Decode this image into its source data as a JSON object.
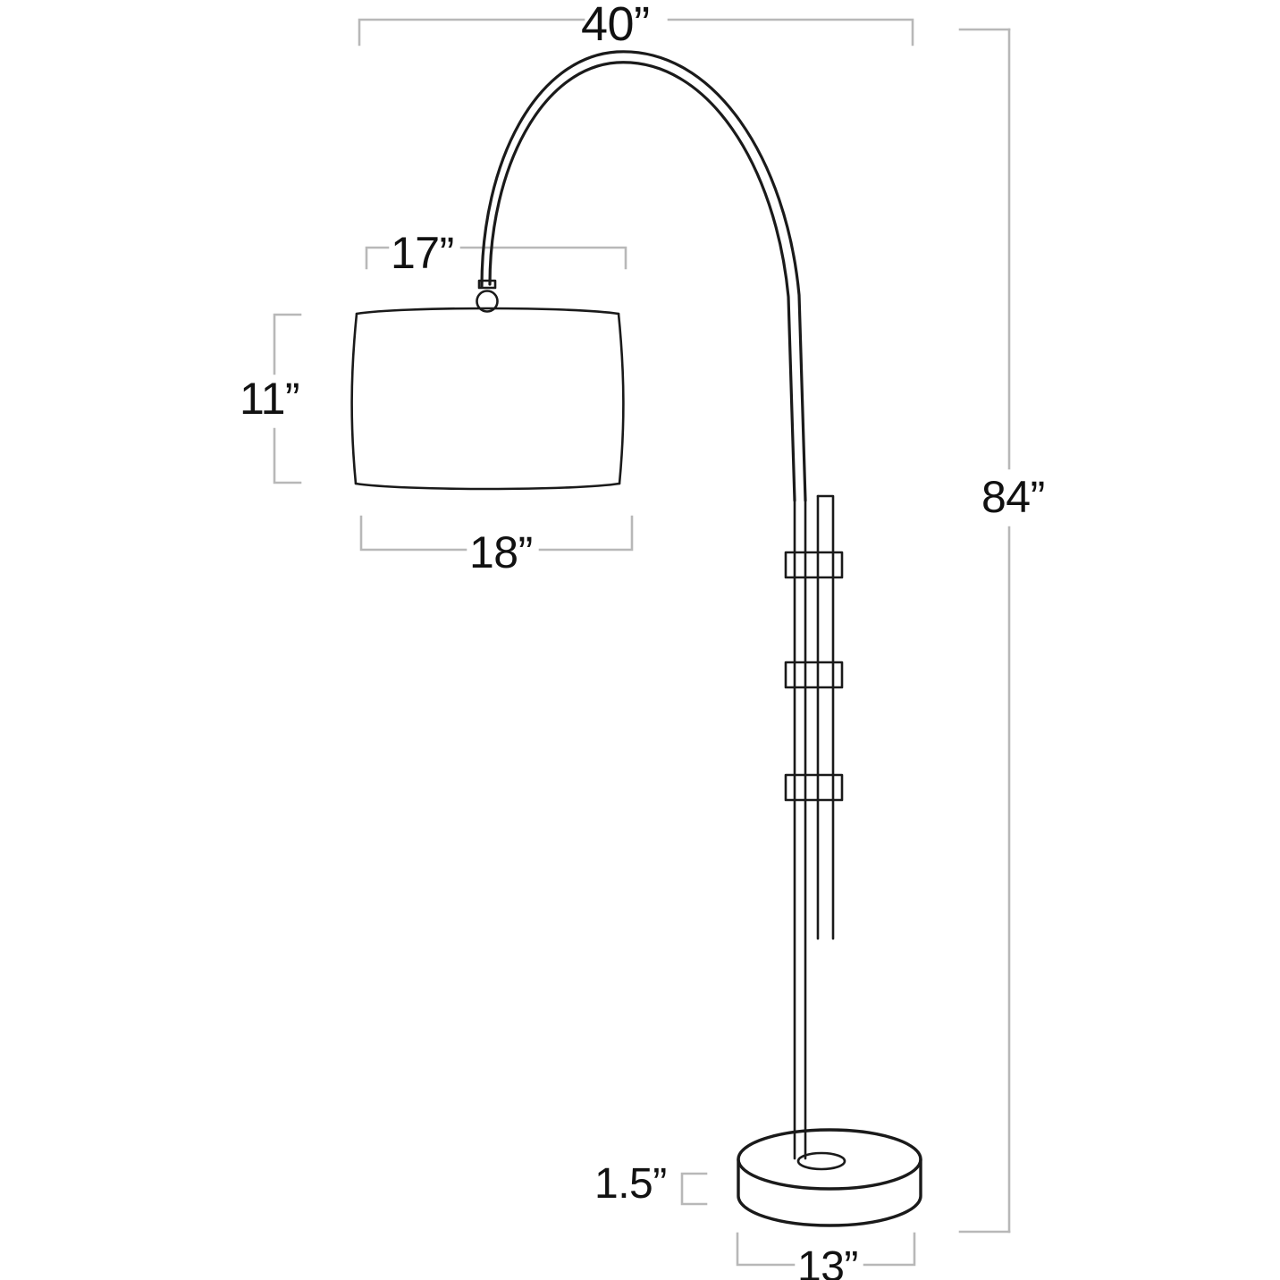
{
  "drawing": {
    "subject": "arc-floor-lamp-dimension-diagram",
    "background_color": "#ffffff",
    "line_color": "#1a1a1a",
    "dimension_line_color": "#b0b0b0",
    "text_color": "#111111"
  },
  "dimensions": {
    "overall_width": "40”",
    "shade_top_offset": "17”",
    "shade_height": "11”",
    "shade_bottom_diameter": "18”",
    "overall_height": "84”",
    "base_thickness": "1.5”",
    "base_diameter": "13”"
  },
  "chart_data": {
    "type": "table",
    "title": "Arc Floor Lamp Dimensions",
    "categories": [
      "Overall width",
      "Shade hang offset",
      "Shade height",
      "Shade bottom diameter",
      "Overall height",
      "Base thickness",
      "Base diameter"
    ],
    "values": [
      40,
      17,
      11,
      18,
      84,
      1.5,
      13
    ],
    "units": "inches",
    "labels": [
      "40”",
      "17”",
      "11”",
      "18”",
      "84”",
      "1.5”",
      "13”"
    ]
  },
  "parts": {
    "arc_arm": "arc-arm",
    "shade": "drum-shade",
    "finial": "finial-ball",
    "pole": "vertical-pole",
    "adjuster_rod": "secondary-rod",
    "collars": [
      "collar-upper",
      "collar-middle",
      "collar-lower"
    ],
    "base": "round-base"
  }
}
